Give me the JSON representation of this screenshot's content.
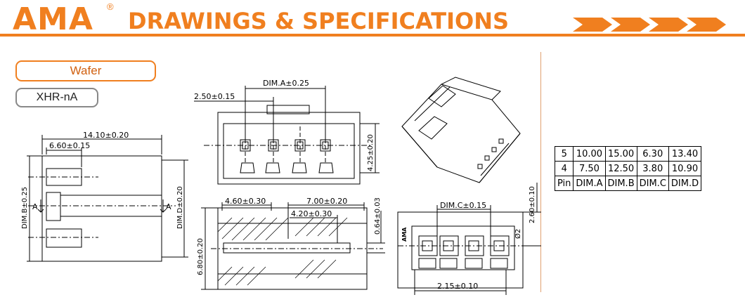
{
  "header": {
    "logo_text": "AMA",
    "registered_mark": "®",
    "title": "DRAWINGS & SPECIFICATIONS"
  },
  "product": {
    "category": "Wafer",
    "model": "XHR-nA"
  },
  "dims": {
    "side_overall": "14.10±0.20",
    "side_inner": "6.60±0.15",
    "side_dim_b": "DIM.B±0.25",
    "side_dim_d": "DIM.D±0.20",
    "section_left": "A",
    "section_right": "A",
    "front_dim_a": "DIM.A±0.25",
    "front_pitch": "2.50±0.15",
    "front_height": "4.25±0.20",
    "sec_460": "4.60±0.30",
    "sec_700": "7.00±0.20",
    "sec_420": "4.20±0.30",
    "sec_064": "0.64±0.03",
    "sec_680": "6.80±0.20",
    "bot_dim_c": "DIM.C±0.15",
    "bot_260": "2.60±0.10",
    "bot_215": "2.15±0.10",
    "bot_o2": "Ø2",
    "bot_brand": "AMA"
  },
  "table": {
    "rows": [
      [
        "5",
        "10.00",
        "15.00",
        "6.30",
        "13.40"
      ],
      [
        "4",
        "7.50",
        "12.50",
        "3.80",
        "10.90"
      ],
      [
        "Pin",
        "DIM.A",
        "DIM.B",
        "DIM.C",
        "DIM.D"
      ]
    ]
  }
}
